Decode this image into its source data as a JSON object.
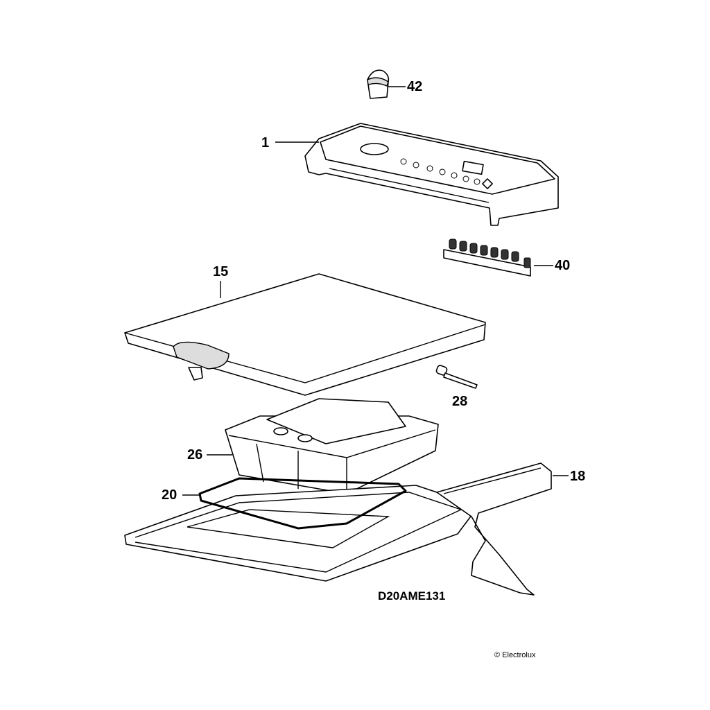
{
  "diagram": {
    "parts": [
      {
        "ref": "42",
        "name": "knob"
      },
      {
        "ref": "1",
        "name": "control-panel"
      },
      {
        "ref": "40",
        "name": "button-set"
      },
      {
        "ref": "15",
        "name": "lid"
      },
      {
        "ref": "28",
        "name": "pin"
      },
      {
        "ref": "26",
        "name": "detergent-dispenser"
      },
      {
        "ref": "18",
        "name": "bracket"
      },
      {
        "ref": "20",
        "name": "gasket"
      }
    ],
    "drawing_code": "D20AME131",
    "copyright": "© Electrolux"
  }
}
